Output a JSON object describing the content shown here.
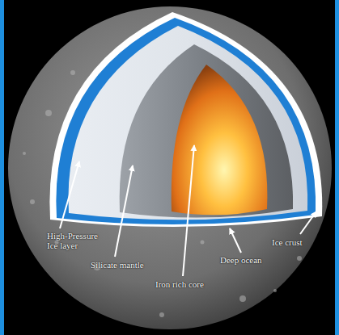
{
  "diagram": {
    "labels": [
      "High-Pressure Ice layer",
      "Silicate mantle",
      "Iron rich core",
      "Ice crust",
      "Deep ocean"
    ]
  }
}
